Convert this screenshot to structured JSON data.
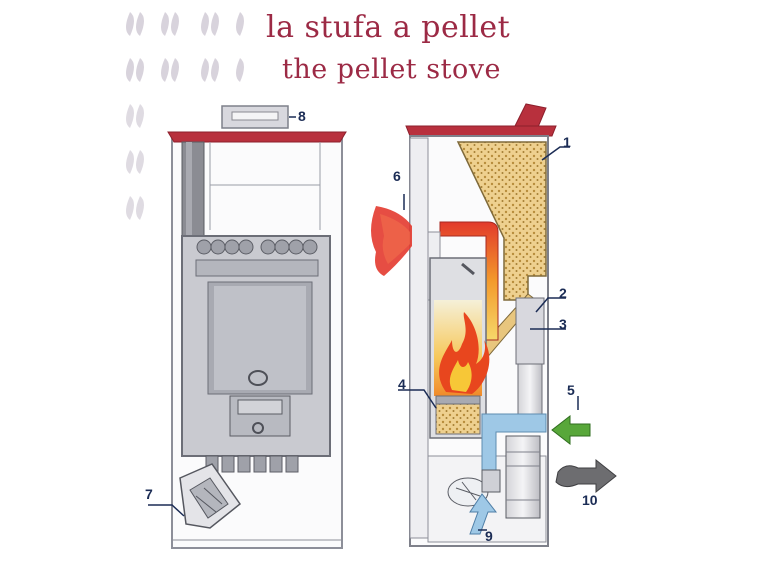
{
  "title": {
    "italian": "la stufa a pellet",
    "english": "the pellet stove"
  },
  "callouts": [
    "1",
    "2",
    "3",
    "4",
    "5",
    "6",
    "7",
    "8",
    "9",
    "10"
  ],
  "colors": {
    "title": "#9c2a45",
    "top_cap": "#b8303d",
    "pellets": "#e8c67e",
    "flame": "#e8461e",
    "heated_air": "#e33a2f",
    "intake_air": "#58a73a",
    "cold_air": "#9ec8e6",
    "exhaust": "#6d6d70",
    "callout_text": "#1b2c55"
  },
  "icons": [
    "leaf-pattern-icon",
    "flame-icon",
    "green-arrow-icon",
    "exhaust-arrow-icon",
    "blue-arrow-icon"
  ]
}
